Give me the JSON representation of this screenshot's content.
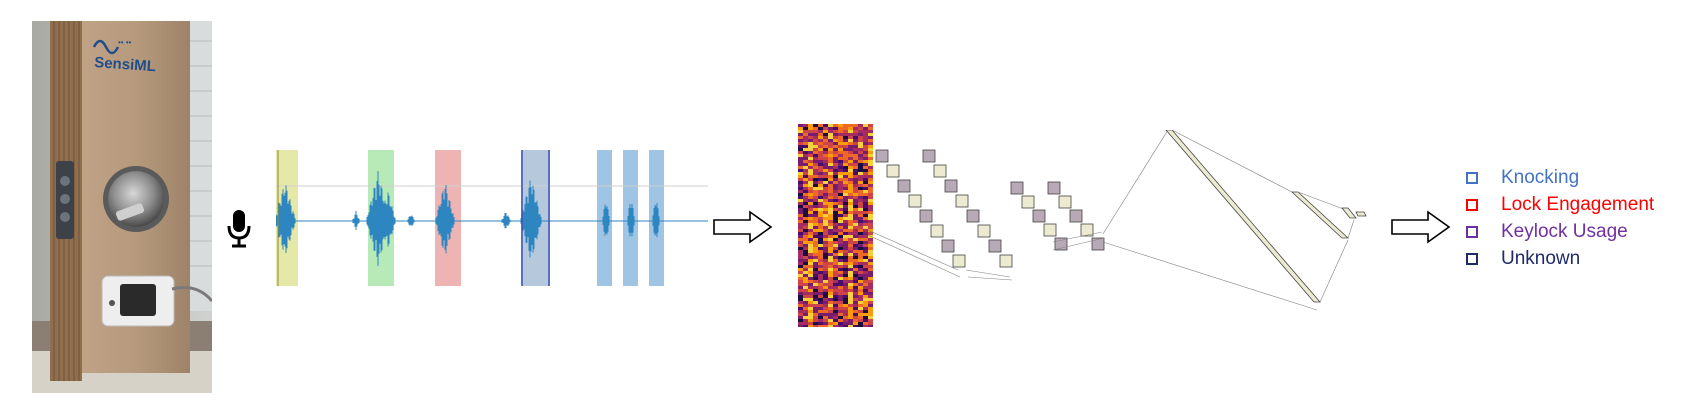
{
  "photo": {
    "logo_text": "SensiML",
    "logo_subtext": "•• ••"
  },
  "legend": {
    "items": [
      {
        "label": "Knocking",
        "color": "#4472c4"
      },
      {
        "label": "Lock Engagement",
        "color": "#ff0000"
      },
      {
        "label": "Keylock Usage",
        "color": "#7030a0"
      },
      {
        "label": "Unknown",
        "color": "#1f2a6b"
      }
    ]
  },
  "waveform": {
    "segments": [
      {
        "color": "#e6e8a8",
        "class": "Knocking"
      },
      {
        "color": "#b8eab8",
        "class": "Lock Engagement"
      },
      {
        "color": "#eeb4b4",
        "class": "Keylock Usage"
      },
      {
        "color": "#b6c8dc",
        "class": "Unknown"
      },
      {
        "color": "#9fc4e4",
        "class": "Knocking"
      },
      {
        "color": "#9fc4e4",
        "class": "Knocking"
      },
      {
        "color": "#9fc4e4",
        "class": "Knocking"
      }
    ],
    "signal_color": "#2e86c1"
  },
  "icons": {
    "microphone": "microphone-icon",
    "arrow": "right-arrow-icon"
  }
}
